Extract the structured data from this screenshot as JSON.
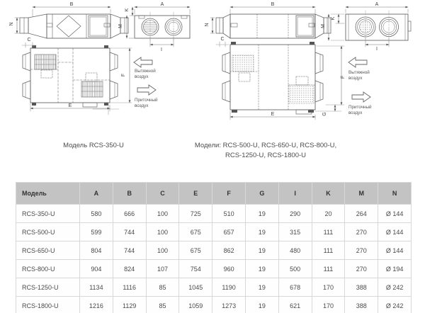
{
  "page": {
    "background": "#ffffff",
    "table_header_bg": "#c3c3c3",
    "line_color": "#6a6a6a"
  },
  "dims": {
    "A": "A",
    "B": "B",
    "C": "C",
    "E": "E",
    "F": "F",
    "G": "G",
    "I": "I",
    "K": "K",
    "M": "M",
    "N": "N"
  },
  "flow": {
    "exhaust_line1": "Вытяжной",
    "exhaust_line2": "воздух",
    "supply_line1": "Приточный",
    "supply_line2": "воздух"
  },
  "captions": {
    "left": "Модель RCS-350-U",
    "right_line1": "Модели: RCS-500-U, RCS-650-U, RCS-800-U,",
    "right_line2": "RCS-1250-U, RCS-1800-U"
  },
  "table": {
    "headers": [
      "Модель",
      "A",
      "B",
      "C",
      "E",
      "F",
      "G",
      "I",
      "K",
      "M",
      "N"
    ],
    "rows": [
      [
        "RCS-350-U",
        "580",
        "666",
        "100",
        "725",
        "510",
        "19",
        "290",
        "20",
        "264",
        "Ø 144"
      ],
      [
        "RCS-500-U",
        "599",
        "744",
        "100",
        "675",
        "657",
        "19",
        "315",
        "111",
        "270",
        "Ø 144"
      ],
      [
        "RCS-650-U",
        "804",
        "744",
        "100",
        "675",
        "862",
        "19",
        "480",
        "111",
        "270",
        "Ø 144"
      ],
      [
        "RCS-800-U",
        "904",
        "824",
        "107",
        "754",
        "960",
        "19",
        "500",
        "111",
        "270",
        "Ø 194"
      ],
      [
        "RCS-1250-U",
        "1134",
        "1116",
        "85",
        "1045",
        "1190",
        "19",
        "678",
        "170",
        "388",
        "Ø 242"
      ],
      [
        "RCS-1800-U",
        "1216",
        "1129",
        "85",
        "1059",
        "1273",
        "19",
        "621",
        "170",
        "388",
        "Ø 242"
      ]
    ]
  }
}
